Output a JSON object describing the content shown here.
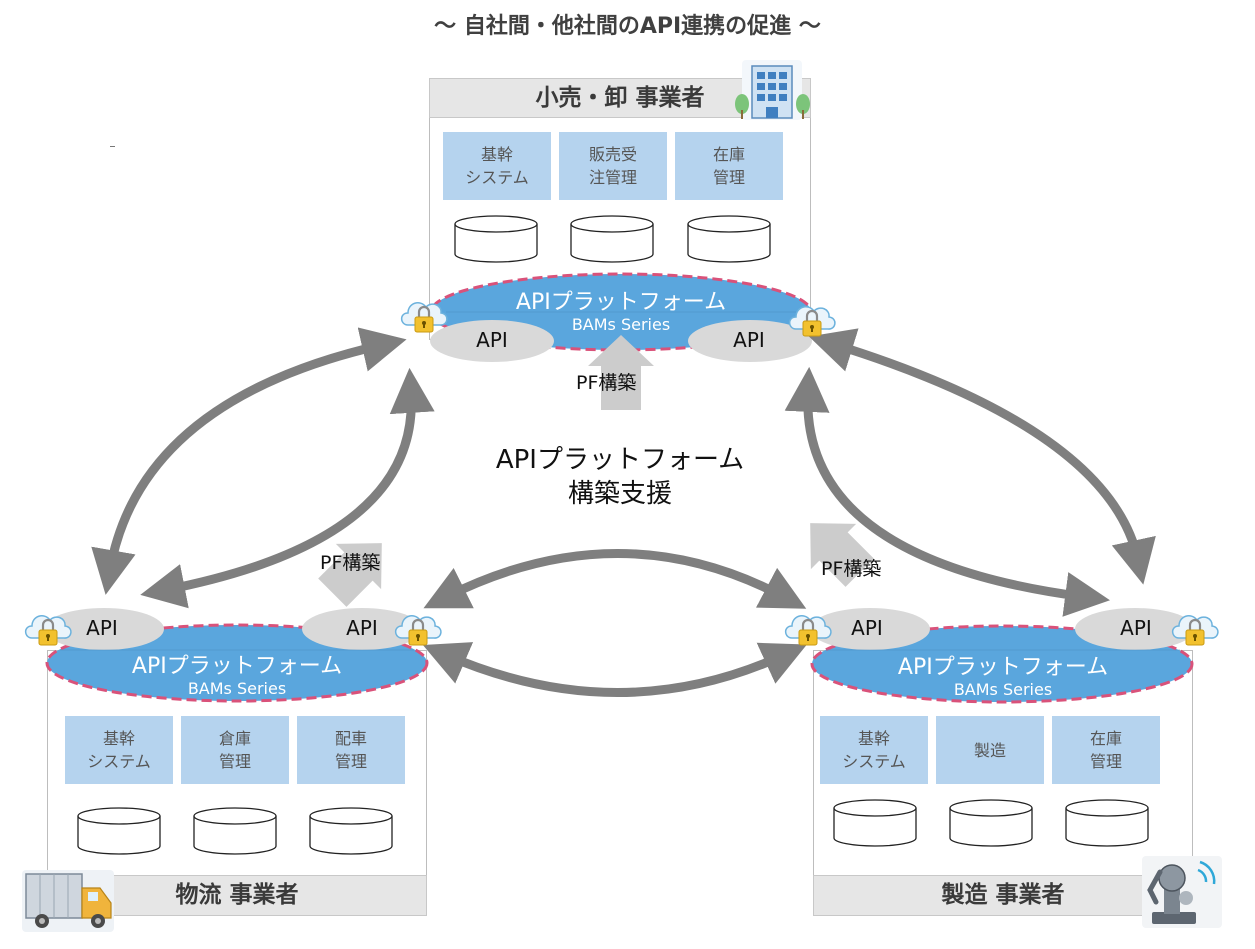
{
  "title": "～ 自社間・他社間のAPI連携の促進 ～",
  "companies": {
    "retail": {
      "name": "小売・卸 事業者",
      "systems": [
        [
          "基幹",
          "システム"
        ],
        [
          "販売受",
          "注管理"
        ],
        [
          "在庫",
          "管理"
        ]
      ],
      "platform": {
        "name": "APIプラットフォーム",
        "series": "BAMs Series",
        "api_left": "API",
        "api_right": "API"
      }
    },
    "logistics": {
      "name": "物流 事業者",
      "systems": [
        [
          "基幹",
          "システム"
        ],
        [
          "倉庫",
          "管理"
        ],
        [
          "配車",
          "管理"
        ]
      ],
      "platform": {
        "name": "APIプラットフォーム",
        "series": "BAMs Series",
        "api_left": "API",
        "api_right": "API"
      }
    },
    "manufacturing": {
      "name": "製造 事業者",
      "systems": [
        [
          "基幹",
          "システム"
        ],
        [
          "製造"
        ],
        [
          "在庫",
          "管理"
        ]
      ],
      "platform": {
        "name": "APIプラットフォーム",
        "series": "BAMs Series",
        "api_left": "API",
        "api_right": "API"
      }
    }
  },
  "center": {
    "line1": "APIプラットフォーム",
    "line2": "構築支援"
  },
  "pf_label": "PF構築",
  "colors": {
    "platform": "#5aa6dd",
    "dash": "#d9527a",
    "api": "#d9d9d9",
    "system": "#b5d3ee",
    "arrow": "#7f7f7f",
    "pf_arrow": "#cccccc",
    "lock": "#f2c12e"
  }
}
